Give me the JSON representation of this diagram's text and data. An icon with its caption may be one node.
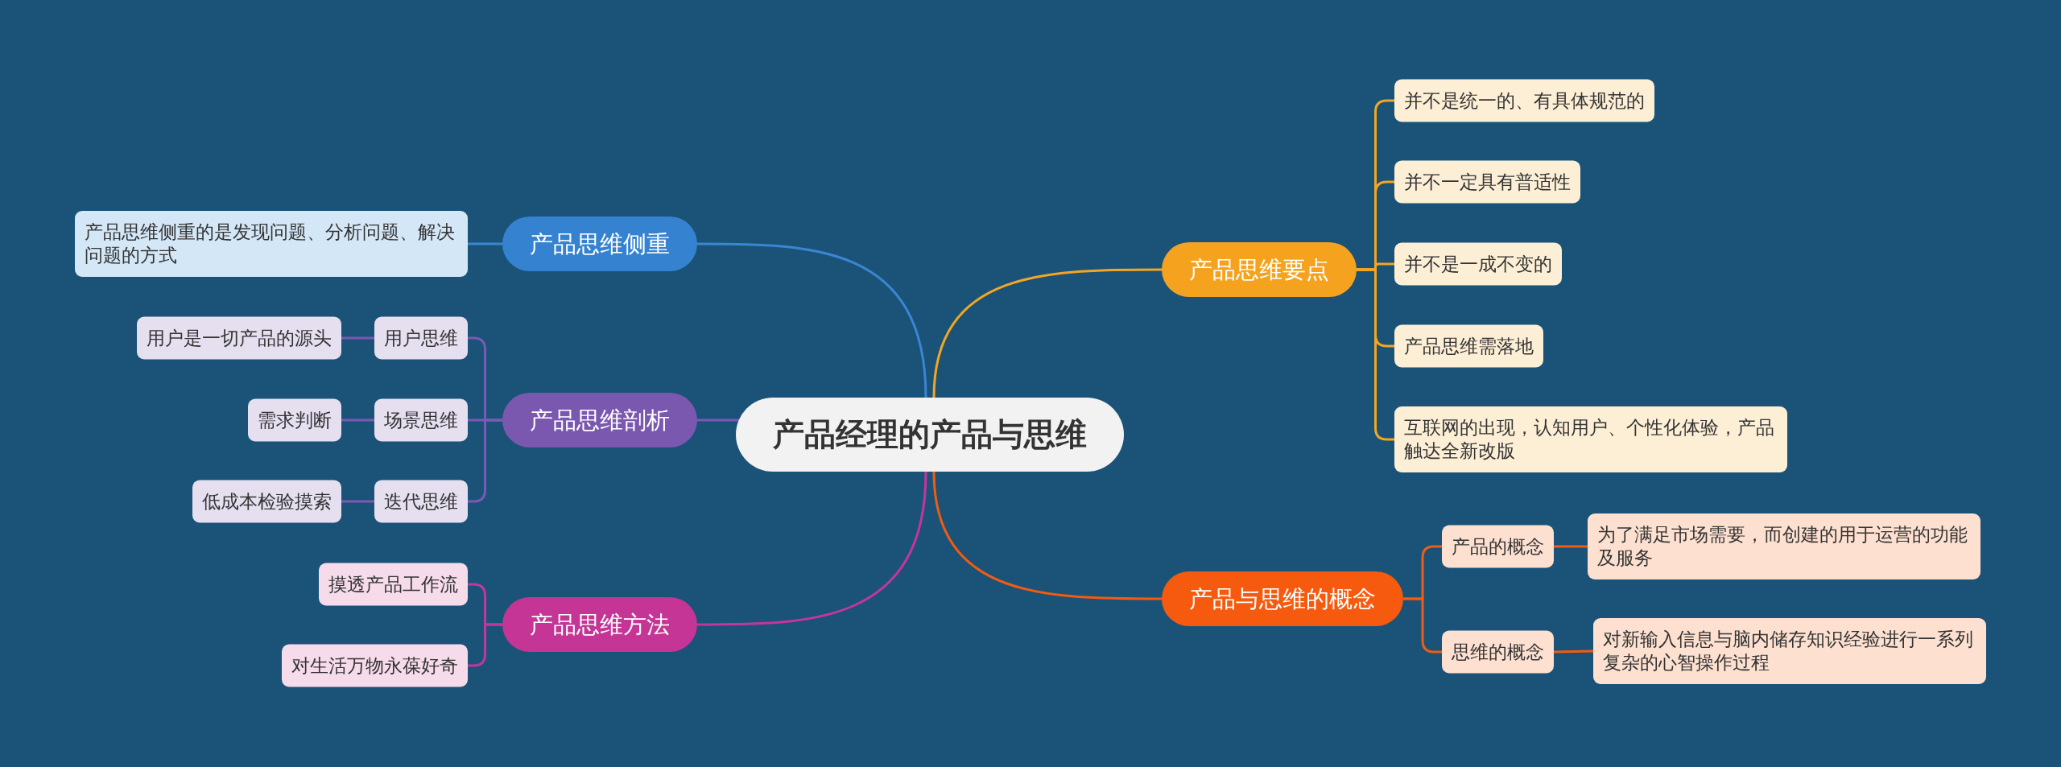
{
  "diagram": {
    "nodes": [
      {
        "text": [
          "产品经理的产品与思维"
        ]
      },
      {
        "text": [
          "产品思维侧重"
        ]
      },
      {
        "text": [
          "产品思维侧重的是发现问题、分析问题、解决问题的方式"
        ]
      },
      {
        "text": [
          "产品思维剖析"
        ]
      },
      {
        "text": [
          "用户思维"
        ]
      },
      {
        "text": [
          "用户是一切产品的源头"
        ]
      },
      {
        "text": [
          "场景思维"
        ]
      },
      {
        "text": [
          "需求判断"
        ]
      },
      {
        "text": [
          "迭代思维"
        ]
      },
      {
        "text": [
          "低成本检验摸索"
        ]
      },
      {
        "text": [
          "产品思维方法"
        ]
      },
      {
        "text": [
          "摸透产品工作流"
        ]
      },
      {
        "text": [
          "对生活万物永葆好奇"
        ]
      },
      {
        "text": [
          "产品思维要点"
        ]
      },
      {
        "text": [
          "并不是统一的、有具体规范的"
        ]
      },
      {
        "text": [
          "并不一定具有普适性"
        ]
      },
      {
        "text": [
          "并不是一成不变的"
        ]
      },
      {
        "text": [
          "产品思维需落地"
        ]
      },
      {
        "text": [
          "互联网的出现，认知用户、个性化体验，产品触达全新改版"
        ]
      },
      {
        "text": [
          "产品与思维的概念"
        ]
      },
      {
        "text": [
          "产品的概念"
        ]
      },
      {
        "text": [
          "为了满足市场需要，而创建的用于运营的功能及服务"
        ]
      },
      {
        "text": [
          "思维的概念"
        ]
      },
      {
        "text": [
          "对新输入信息与脑内储存知识经验进行一系列复杂的心智操作过程"
        ]
      }
    ],
    "edges": [
      {
        "from": 0,
        "to": 1,
        "arrow": "none",
        "color": "#3a86d2"
      },
      {
        "from": 1,
        "to": 2,
        "arrow": "none",
        "color": "#3a86d2"
      },
      {
        "from": 0,
        "to": 3,
        "arrow": "none",
        "color": "#7c59b4"
      },
      {
        "from": 3,
        "to": 4,
        "arrow": "none",
        "color": "#7c59b4"
      },
      {
        "from": 4,
        "to": 5,
        "arrow": "none",
        "color": "#7c59b4"
      },
      {
        "from": 3,
        "to": 6,
        "arrow": "none",
        "color": "#7c59b4"
      },
      {
        "from": 6,
        "to": 7,
        "arrow": "none",
        "color": "#7c59b4"
      },
      {
        "from": 3,
        "to": 8,
        "arrow": "none",
        "color": "#7c59b4"
      },
      {
        "from": 8,
        "to": 9,
        "arrow": "none",
        "color": "#7c59b4"
      },
      {
        "from": 0,
        "to": 10,
        "arrow": "none",
        "color": "#c5369a"
      },
      {
        "from": 10,
        "to": 11,
        "arrow": "none",
        "color": "#c5369a"
      },
      {
        "from": 10,
        "to": 12,
        "arrow": "none",
        "color": "#c5369a"
      },
      {
        "from": 0,
        "to": 13,
        "arrow": "none",
        "color": "#f3a623"
      },
      {
        "from": 13,
        "to": 14,
        "arrow": "none",
        "color": "#f3a623"
      },
      {
        "from": 13,
        "to": 15,
        "arrow": "none",
        "color": "#f3a623"
      },
      {
        "from": 13,
        "to": 16,
        "arrow": "none",
        "color": "#f3a623"
      },
      {
        "from": 13,
        "to": 17,
        "arrow": "none",
        "color": "#f3a623"
      },
      {
        "from": 13,
        "to": 18,
        "arrow": "none",
        "color": "#f3a623"
      },
      {
        "from": 0,
        "to": 19,
        "arrow": "none",
        "color": "#f45b10"
      },
      {
        "from": 19,
        "to": 20,
        "arrow": "none",
        "color": "#f45b10"
      },
      {
        "from": 20,
        "to": 21,
        "arrow": "none",
        "color": "#f45b10"
      },
      {
        "from": 19,
        "to": 22,
        "arrow": "none",
        "color": "#f45b10"
      },
      {
        "from": 22,
        "to": 23,
        "arrow": "none",
        "color": "#f45b10"
      }
    ]
  }
}
